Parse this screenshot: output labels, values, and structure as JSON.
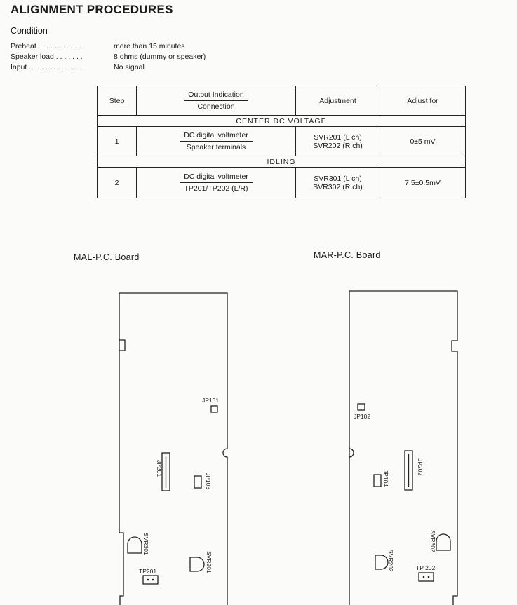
{
  "page": {
    "title": "ALIGNMENT PROCEDURES",
    "condition_heading": "Condition",
    "conditions": [
      {
        "label": "Preheat . . . . . . . . . . .",
        "value": "more than 15 minutes"
      },
      {
        "label": "Speaker load . . . . . . .",
        "value": "8 ohms (dummy or speaker)"
      },
      {
        "label": "Input . . . . . . . . . . . . . .",
        "value": "No signal"
      }
    ]
  },
  "table": {
    "headers": {
      "step": "Step",
      "output_indication": "Output Indication",
      "connection": "Connection",
      "adjustment": "Adjustment",
      "adjust_for": "Adjust for"
    },
    "sections": [
      {
        "title": "CENTER DC VOLTAGE",
        "step": "1",
        "indication": "DC digital voltmeter",
        "connection": "Speaker terminals",
        "adjustment_1": "SVR201 (L ch)",
        "adjustment_2": "SVR202 (R ch)",
        "adjust_for": "0±5 mV"
      },
      {
        "title": "IDLING",
        "step": "2",
        "indication": "DC digital voltmeter",
        "connection": "TP201/TP202 (L/R)",
        "adjustment_1": "SVR301 (L ch)",
        "adjustment_2": "SVR302 (R ch)",
        "adjust_for": "7.5±0.5mV"
      }
    ]
  },
  "boards": {
    "left": {
      "title": "MAL-P.C. Board",
      "labels": {
        "jp101": "JP101",
        "jp201": "JP201",
        "jp103": "JP103",
        "svr301": "SVR301",
        "svr201": "SVR201",
        "tp201": "TP201"
      }
    },
    "right": {
      "title": "MAR-P.C. Board",
      "labels": {
        "jp102": "JP102",
        "jp202": "JP202",
        "jp104": "JP104",
        "svr302": "SVR302",
        "svr202": "SVR202",
        "tp202": "TP 202"
      }
    }
  }
}
